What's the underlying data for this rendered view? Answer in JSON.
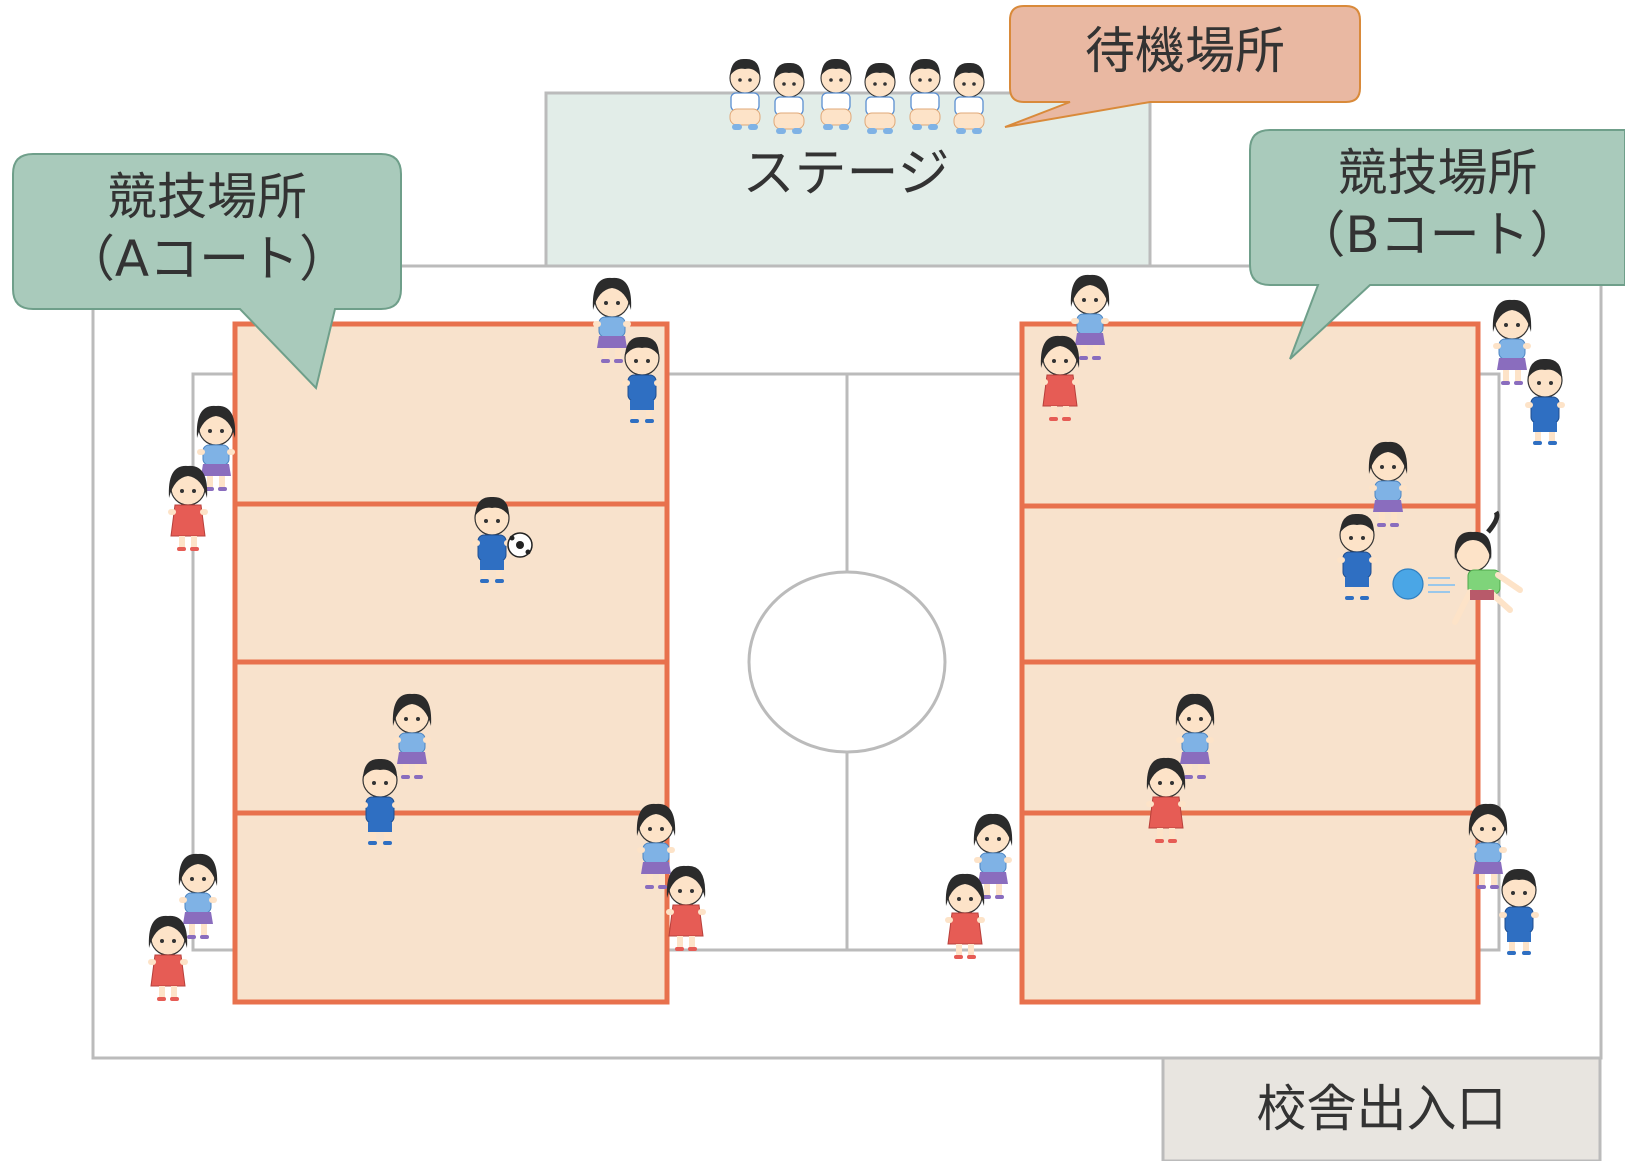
{
  "colors": {
    "court_fill": "#f8e2cc",
    "court_line": "#e8714d",
    "gym_line": "#bbbbbb",
    "stage_fill": "#e2ede8",
    "callout_green": "#a9cabb",
    "callout_green_border": "#6f9f8a",
    "callout_orange": "#e9b8a2",
    "callout_orange_border": "#d98a3a",
    "exit_fill": "#e8e5e0",
    "skin": "#fde3c8",
    "hair": "#2b2b2b",
    "shirt_blue": "#2f6fc2",
    "shirt_lightblue": "#7fb2e5",
    "skirt_purple": "#8a6dbe",
    "dress_red": "#e65c55",
    "shirt_green": "#7fd47a",
    "ball_blue": "#4aa6e6"
  },
  "labels": {
    "waiting_area": "待機場所",
    "stage": "ステージ",
    "court_a_line1": "競技場所",
    "court_a_line2": "（Aコート）",
    "court_b_line1": "競技場所",
    "court_b_line2": "（Bコート）",
    "school_entrance": "校舎出入口"
  },
  "icons": {
    "waiting_children": "children-sitting-icon",
    "player": "child-player-icon",
    "soccer_ball": "soccer-ball-icon",
    "dodgeball": "dodgeball-icon"
  }
}
